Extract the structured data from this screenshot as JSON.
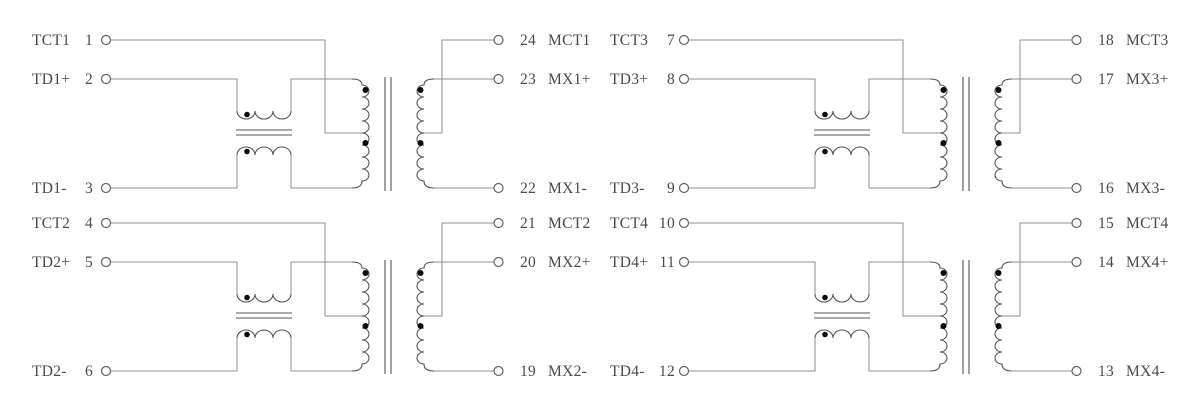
{
  "colors": {
    "background": "#ffffff",
    "wire": "#8f8f8f",
    "component": "#555555",
    "polarity_dot": "#0a0a0a",
    "pin_circle": "#636363",
    "label_text": "#4a4a4a"
  },
  "circuits": [
    {
      "id": "circuit-1",
      "left_pins": [
        {
          "label": "TCT1",
          "pin": "1"
        },
        {
          "label": "TD1+",
          "pin": "2"
        },
        {
          "label": "TD1-",
          "pin": "3"
        }
      ],
      "right_pins": [
        {
          "pin": "24",
          "label": "MCT1"
        },
        {
          "pin": "23",
          "label": "MX1+"
        },
        {
          "pin": "22",
          "label": "MX1-"
        }
      ]
    },
    {
      "id": "circuit-2",
      "left_pins": [
        {
          "label": "TCT2",
          "pin": "4"
        },
        {
          "label": "TD2+",
          "pin": "5"
        },
        {
          "label": "TD2-",
          "pin": "6"
        }
      ],
      "right_pins": [
        {
          "pin": "21",
          "label": "MCT2"
        },
        {
          "pin": "20",
          "label": "MX2+"
        },
        {
          "pin": "19",
          "label": "MX2-"
        }
      ]
    },
    {
      "id": "circuit-3",
      "left_pins": [
        {
          "label": "TCT3",
          "pin": "7"
        },
        {
          "label": "TD3+",
          "pin": "8"
        },
        {
          "label": "TD3-",
          "pin": "9"
        }
      ],
      "right_pins": [
        {
          "pin": "18",
          "label": "MCT3"
        },
        {
          "pin": "17",
          "label": "MX3+"
        },
        {
          "pin": "16",
          "label": "MX3-"
        }
      ]
    },
    {
      "id": "circuit-4",
      "left_pins": [
        {
          "label": "TCT4",
          "pin": "10"
        },
        {
          "label": "TD4+",
          "pin": "11"
        },
        {
          "label": "TD4-",
          "pin": "12"
        }
      ],
      "right_pins": [
        {
          "pin": "15",
          "label": "MCT4"
        },
        {
          "pin": "14",
          "label": "MX4+"
        },
        {
          "pin": "13",
          "label": "MX4-"
        }
      ]
    }
  ]
}
